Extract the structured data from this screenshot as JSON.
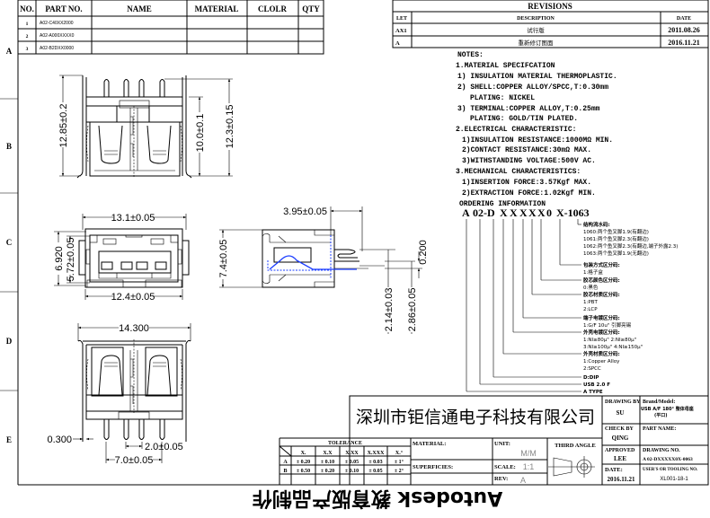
{
  "zones": [
    "A",
    "B",
    "C",
    "D",
    "E"
  ],
  "parts_table": {
    "headers": [
      "NO.",
      "PART NO.",
      "NAME",
      "MATERIAL",
      "CLOLR",
      "QTY"
    ],
    "rows": [
      [
        "1",
        "A02-C40XX2000"
      ],
      [
        "2",
        "A02-A000XXXX0"
      ],
      [
        "3",
        "A02-B2DXX0000"
      ]
    ]
  },
  "revisions": {
    "title": "REVISIONS",
    "headers": [
      "LET",
      "DESCRIPTION",
      "DATE"
    ],
    "rows": [
      [
        "AX1",
        "试行版",
        "2011.08.26"
      ],
      [
        "A",
        "重新修订图面",
        "2016.11.21"
      ]
    ]
  },
  "notes": [
    "NOTES:",
    "1.MATERIAL SPECIFCATION",
    "1) INSULATION MATERIAL THERMOPLASTIC.",
    "2) SHELL:COPPER ALLOY/SPCC,T:0.30mm",
    "PLATING: NICKEL",
    "3) TERMINAL:COPPER ALLOY,T:0.25mm",
    "PLATING: GOLD/TIN PLATED.",
    "2.ELECTRICAL CHARACTERISTIC:",
    "1)INSULATION RESISTANCE:1000MΩ MIN.",
    "2)CONTACT RESISTANCE:30mΩ MAX.",
    "3)WITHSTANDING VOLTAGE:500V AC.",
    "3.MECHANICAL CHARACTERISTICS:",
    "1)INSERTION FORCE:3.57Kgf MAX.",
    "2)EXTRACTION FORCE:1.02Kgf MIN.",
    "ORDERING INFORMATION"
  ],
  "ordering": {
    "code_tokens": [
      "A",
      "02-D",
      "X",
      "X",
      "X",
      "X",
      "X",
      "0",
      "X-1063"
    ],
    "groups": [
      {
        "title": "A TYPE",
        "lines": []
      },
      {
        "title": "USB 2.0 F",
        "lines": []
      },
      {
        "title": "D:DIP",
        "lines": []
      },
      {
        "title": "外壳材质区分码:",
        "lines": [
          "1:Copper Alloy",
          "2:SPCC"
        ]
      },
      {
        "title": "外壳电镀区分码:",
        "lines": [
          "1:NI≥80μ\"  2:NI≥80μ\"",
          "3:NI≥100μ\"  4:NI≥150μ\""
        ]
      },
      {
        "title": "端子电镀区分码:",
        "lines": [
          "1:G/F 10u\" 引脚亮锡"
        ]
      },
      {
        "title": "胶芯材质区分码:",
        "lines": [
          "1:PBT",
          "2:LCP"
        ]
      },
      {
        "title": "胶芯颜色区分码:",
        "lines": [
          "0:黑色"
        ]
      },
      {
        "title": "包装方式区分码:",
        "lines": [
          "1:格子盒"
        ]
      },
      {
        "title": "结构流水码:",
        "lines": [
          "1060:两个鱼叉脚1.9(有翻边)",
          "1061:两个鱼叉脚2.3(有翻边)",
          "1062:两个鱼叉脚2.3(有翻边,端子外露2.3)",
          "1063:两个鱼叉脚1.9(无翻边)"
        ]
      }
    ],
    "dimmed_line_color": "#888888"
  },
  "dimensions": {
    "top_height_total": "12.85±0.2",
    "top_height_body": "10.0±0.1",
    "top_height_pins": "12.3±0.15",
    "front_width_top": "13.1±0.05",
    "front_width_bottom": "12.4±0.05",
    "front_height_outer": "6.920",
    "front_height_inner": "5.72±0.05",
    "side_height": "7.4±0.05",
    "side_pin_length": "3.95±0.05",
    "side_pin_thickness": "0.200",
    "side_pin_offset_1": "2.14±0.03",
    "side_pin_offset_2": "2.86±0.05",
    "bottom_width": "14.300",
    "bottom_shell_thickness": "0.300",
    "bottom_pin_pitch": "2.0±0.05",
    "bottom_pin_span": "7.0±0.05"
  },
  "title_block": {
    "company": "深圳市钜信通电子科技有限公司",
    "tolerance": {
      "title": "TOLERANCE",
      "headers": [
        "X.",
        "X.X",
        "X.XX",
        "X.XXX",
        "X.°"
      ],
      "rows": [
        [
          "A",
          "± 0.20",
          "± 0.10",
          "± 0.05",
          "± 0.03",
          "± 1°"
        ],
        [
          "B",
          "± 0.50",
          "± 0.20",
          "± 0.10",
          "± 0.05",
          "± 2°"
        ]
      ]
    },
    "material_label": "MATERIAL:",
    "superficies_label": "SUPERFICIES:",
    "unit_label": "UNIT:",
    "unit_value": "M/M",
    "scale_label": "SCALE:",
    "scale_value": "1:1",
    "rev_label": "REV:",
    "rev_value": "A",
    "projection": "THIRD ANGLE",
    "drawing_by_label": "DRAWING BY",
    "drawing_by": "SU",
    "check_by_label": "CHECK BY",
    "check_by": "QING",
    "approved_label": "APPROVED",
    "approved": "LEE",
    "date_label": "DATE:",
    "date": "2016.11.21",
    "brand_label": "Brand/Model:",
    "brand_value_1": "USB A/F 180° 整体母座",
    "brand_value_2": "(平口)",
    "part_name_label": "PART NAME:",
    "drawing_no_label": "DRAWING NO.",
    "drawing_no": "A 02-DXXXXX0X-0063",
    "tooling_label": "USER'S OR TOOLING NO.",
    "tooling_no": "XL001-18-1"
  },
  "watermark": "Autodesk 教育版产品制作"
}
